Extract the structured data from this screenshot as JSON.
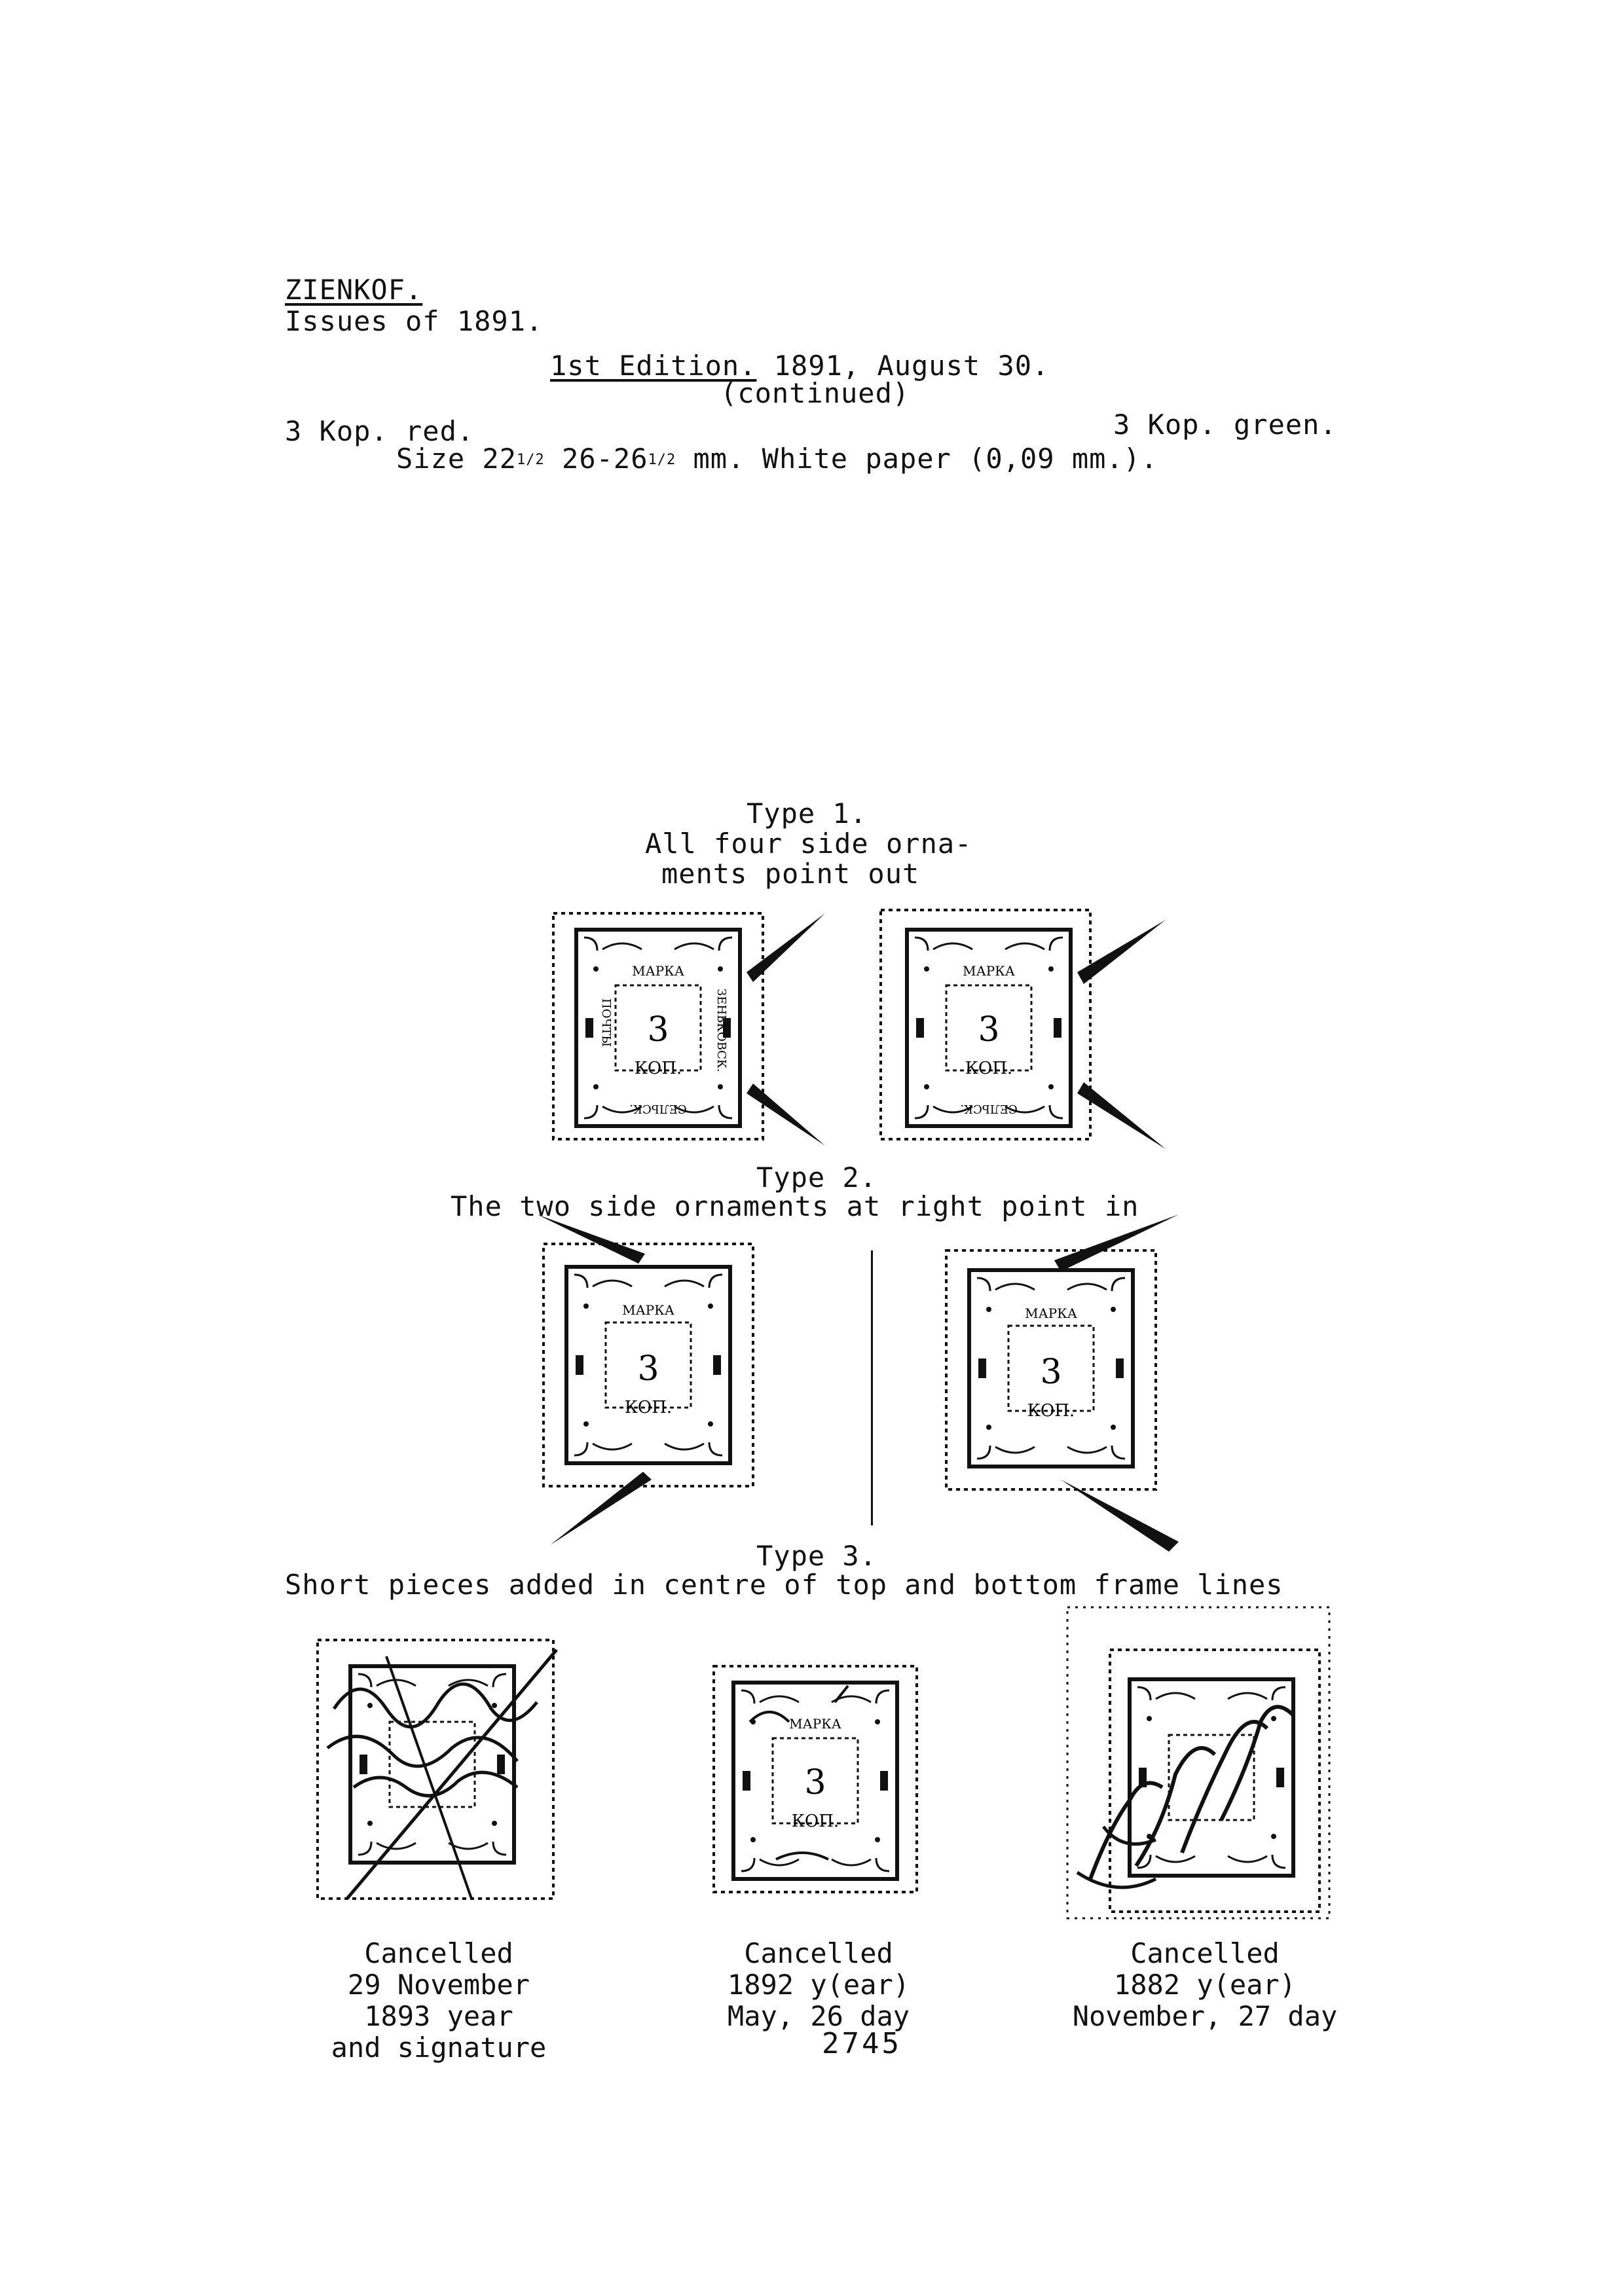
{
  "header": {
    "title": "ZIENKOF.",
    "subtitle": "Issues of 1891."
  },
  "edition": {
    "heading_underlined": "1st Edition.",
    "heading_rest": " 1891, August 30.",
    "continued": "(continued)"
  },
  "values": {
    "left": "3 Kop. red.",
    "right": "3 Kop. green."
  },
  "size_line": {
    "prefix": "Size 22",
    "half_1": "1/2",
    "middle": " 26-26",
    "half_2": "1/2",
    "suffix": " mm. White paper (0,09 mm.)."
  },
  "types": [
    {
      "label": "Type 1.",
      "lines": [
        "All four side orna-",
        "ments point out"
      ]
    },
    {
      "label": "Type 2.",
      "lines": [
        "The two side ornaments  at right point in"
      ]
    },
    {
      "label": "Type 3.",
      "lines": [
        "Short pieces added in centre  of top and bottom frame lines"
      ]
    }
  ],
  "stamp": {
    "top": "МАРКА",
    "value": "3",
    "unit": "КОП.",
    "left_side": "ПОЧТЫ",
    "right_side": "ЗЕНЬКОВСК.",
    "bottom": "СЕЛЬСК."
  },
  "cancellations": [
    {
      "lines": [
        "Cancelled",
        "29 November",
        "1893 year",
        "and signature"
      ]
    },
    {
      "lines": [
        "Cancelled",
        "1892 y(ear)",
        "May, 26 day"
      ]
    },
    {
      "lines": [
        "Cancelled",
        "1882 y(ear)",
        "November,  27 day"
      ]
    }
  ],
  "page_number": "2745",
  "colors": {
    "ink": "#111111",
    "paper": "#ffffff"
  }
}
